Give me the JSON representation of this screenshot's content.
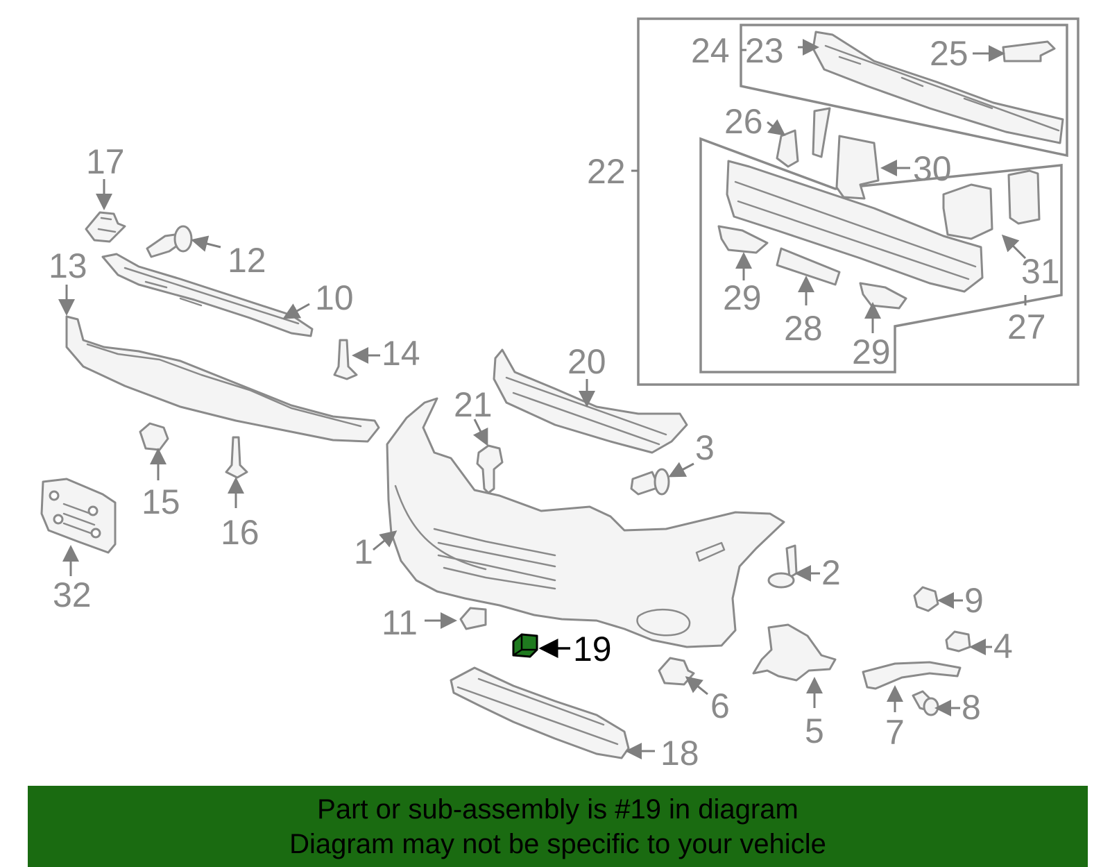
{
  "diagram": {
    "callouts": [
      "1",
      "2",
      "3",
      "4",
      "5",
      "6",
      "7",
      "8",
      "9",
      "10",
      "11",
      "12",
      "13",
      "14",
      "15",
      "16",
      "17",
      "18",
      "19",
      "20",
      "21",
      "22",
      "23",
      "24",
      "25",
      "26",
      "27",
      "28",
      "29",
      "29",
      "30",
      "31",
      "32"
    ],
    "highlighted_part": "19",
    "colors": {
      "part_outline": "#8a8a8a",
      "highlight": "#1f7a1f",
      "banner": "#1a6b11"
    }
  },
  "footer": {
    "line1": "Part or sub-assembly is #19 in diagram",
    "line2": "Diagram may not be specific to your vehicle"
  }
}
